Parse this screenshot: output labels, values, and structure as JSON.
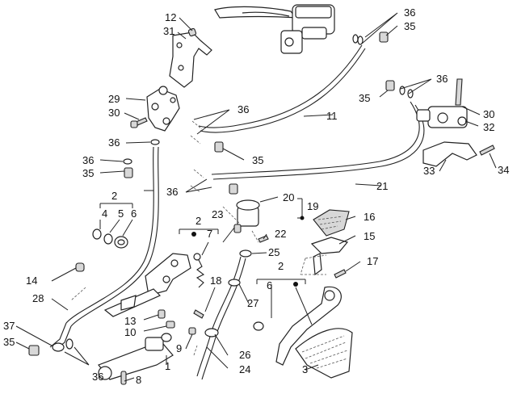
{
  "labels": {
    "l1": "1",
    "l2a": "2",
    "l2b": "2",
    "l2c": "2",
    "l3": "3",
    "l4": "4",
    "l5": "5",
    "l6a": "6",
    "l6b": "6",
    "l7": "7",
    "l8": "8",
    "l9": "9",
    "l10": "10",
    "l11": "11",
    "l12": "12",
    "l13": "13",
    "l14": "14",
    "l15": "15",
    "l16": "16",
    "l17": "17",
    "l18": "18",
    "l19": "19",
    "l20": "20",
    "l21": "21",
    "l22": "22",
    "l23": "23",
    "l24": "24",
    "l25": "25",
    "l26": "26",
    "l27": "27",
    "l28": "28",
    "l29": "29",
    "l30a": "30",
    "l30b": "30",
    "l31": "31",
    "l32": "32",
    "l33": "33",
    "l34": "34",
    "l35a": "35",
    "l35b": "35",
    "l35c": "35",
    "l35d": "35",
    "l35e": "35",
    "l36a": "36",
    "l36b": "36",
    "l36c": "36",
    "l36d": "36",
    "l36e": "36",
    "l36f": "36",
    "l36g": "36",
    "l37": "37"
  }
}
